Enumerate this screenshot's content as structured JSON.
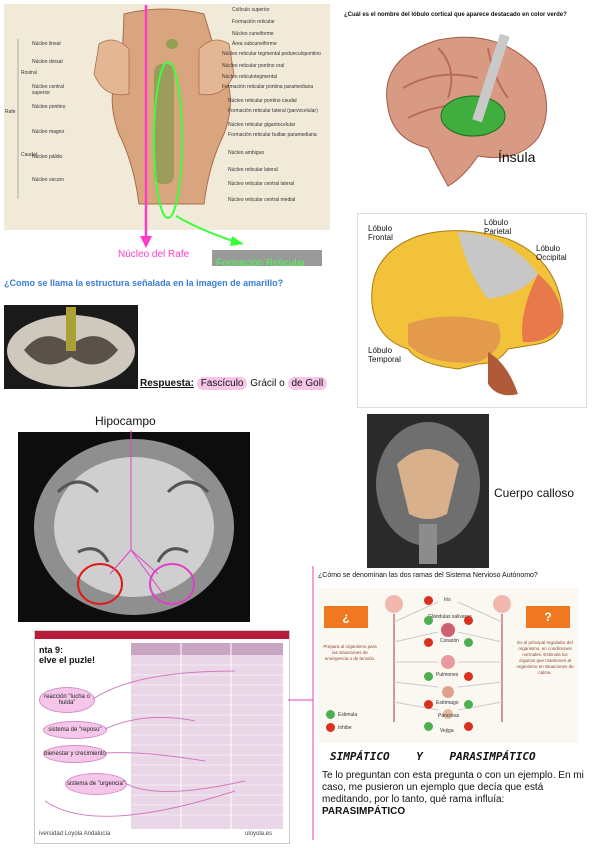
{
  "brainstem": {
    "top_labels": [
      "Colículo superior",
      "Formación reticular",
      "Núcleo cuneiforme",
      "Área subcuneiforme",
      "Núcleo reticular tegmental pedunculopontino",
      "Núcleo reticular pontino oral",
      "Núcleo reticulotegmental",
      "Formación reticular pontina paramediana",
      "Núcleo reticular pontino caudal",
      "Formación reticular lateral (parvocelular)",
      "Núcleo reticular gigantocelular",
      "Formación reticular bulbar paramediana",
      "Núcleo ambiguo",
      "Núcleo reticular lateral",
      "Núcleo reticular central lateral",
      "Núcleo reticular central medial"
    ],
    "left_labels": [
      "Núcleo lineal",
      "Núcleo dorsal",
      "Núcleo central superior",
      "Núcleo pontino",
      "Núcleo magno",
      "Núcleo pálido",
      "Núcleo oscuro"
    ],
    "group_labels": [
      "Rostral",
      "Rafe",
      "Caudal"
    ],
    "arrow_raphe": "Núcleo del Rafe",
    "arrow_reticular": "Formación Reticular"
  },
  "insula": {
    "question": "¿Cuál es el nombre del lóbulo cortical que aparece destacado en color verde?",
    "answer": "Ínsula"
  },
  "lobes": {
    "frontal": "Lóbulo Frontal",
    "parietal": "Lóbulo Parietal",
    "occipital": "Lóbulo Occipital",
    "temporal": "Lóbulo Temporal"
  },
  "gracile": {
    "question": "¿Como se llama la estructura señalada en la imagen de amarillo?",
    "answer_label": "Respuesta:",
    "answer_1": "Fascículo",
    "answer_2": "Grácil o",
    "answer_3": "de Goll"
  },
  "hippocampus": {
    "label": "Hipocampo"
  },
  "corpus": {
    "label": "Cuerpo calloso"
  },
  "ans": {
    "question": "¿Cómo se denominan las dos ramas del Sistema Nervioso Autónomo?",
    "box_left": "¿",
    "box_right": "?",
    "left_text": "Prepara al organismo para las situaciones de emergencia o de tensión.",
    "right_text": "Es el principal regulador del organismo, en condiciones normales. Estimula los órganos que mantienen al organismo en situaciones de calma.",
    "organs": [
      "Iris",
      "Glándulas salivares",
      "Corazón",
      "Pulmones",
      "Estómago",
      "Páncreas",
      "Vejiga"
    ],
    "legend_estimula": "Estimula",
    "legend_inhibe": "Inhibe",
    "handwritten_1": "SIMPÁTICO",
    "handwritten_y": "Y",
    "handwritten_2": "PARASIMPÁTICO",
    "explanation": "Te lo preguntan con esta pregunta o con un ejemplo. En mi caso, me pusieron un ejemplo que decía que está meditando, por lo tanto, qué rama influía:",
    "explanation_bold": "PARASIMPÁTICO"
  },
  "puzzle": {
    "title_1": "nta 9:",
    "title_2": "elve el puzle!",
    "bubble_1": "reacción \"lucha o huida\"",
    "bubble_2": "sistema de \"reposo\"",
    "bubble_3": "bienestar y crecimiento",
    "bubble_4": "sistema de \"urgencia\"",
    "footer_left": "iversidad Loyola Andalucía",
    "footer_right": "uloyola.es"
  }
}
